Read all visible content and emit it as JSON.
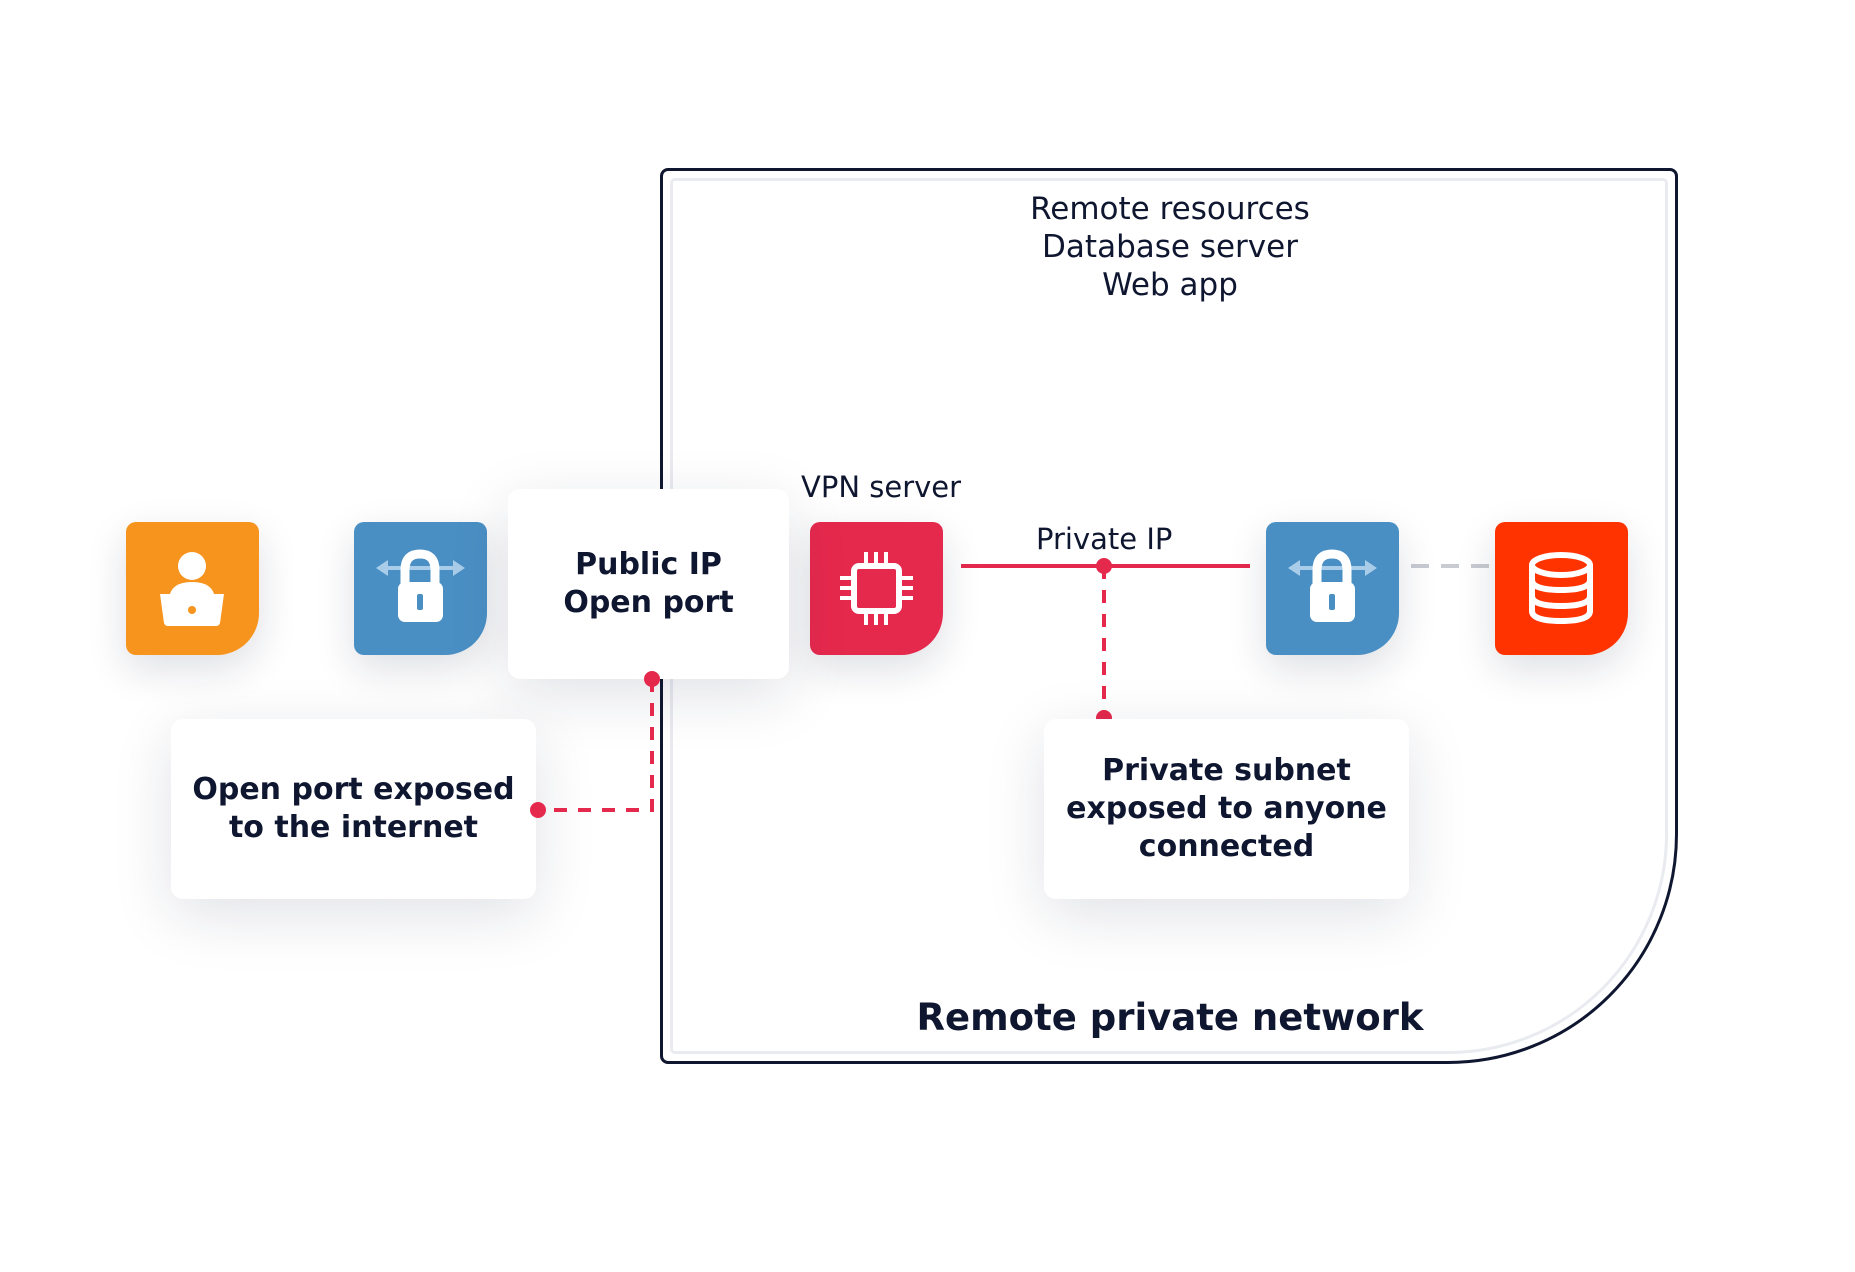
{
  "network": {
    "title": "Remote private network",
    "resources": [
      "Remote resources",
      "Database server",
      "Web app"
    ]
  },
  "nodes": {
    "user": {
      "icon": "laptop-user-icon",
      "color": "#f7941d"
    },
    "vpn_client": {
      "icon": "vpn-lock-icon",
      "color": "#4a8fc4"
    },
    "vpn_server": {
      "label": "VPN server",
      "icon": "chip-icon",
      "color": "#e5294d"
    },
    "vpn_gateway": {
      "icon": "vpn-lock-icon",
      "color": "#4a8fc4"
    },
    "database": {
      "icon": "database-icon",
      "color": "#ff3300"
    }
  },
  "public_box": {
    "lines": [
      "Public IP",
      "Open port"
    ]
  },
  "private_ip_label": "Private IP",
  "callouts": {
    "open_port": {
      "lines": [
        "Open port exposed",
        "to the internet"
      ]
    },
    "private_subnet": {
      "lines": [
        "Private subnet",
        "exposed to anyone",
        "connected"
      ]
    }
  },
  "colors": {
    "link": "#e5294d",
    "dashed_link": "#c8cbd2",
    "text": "#0f1630"
  }
}
